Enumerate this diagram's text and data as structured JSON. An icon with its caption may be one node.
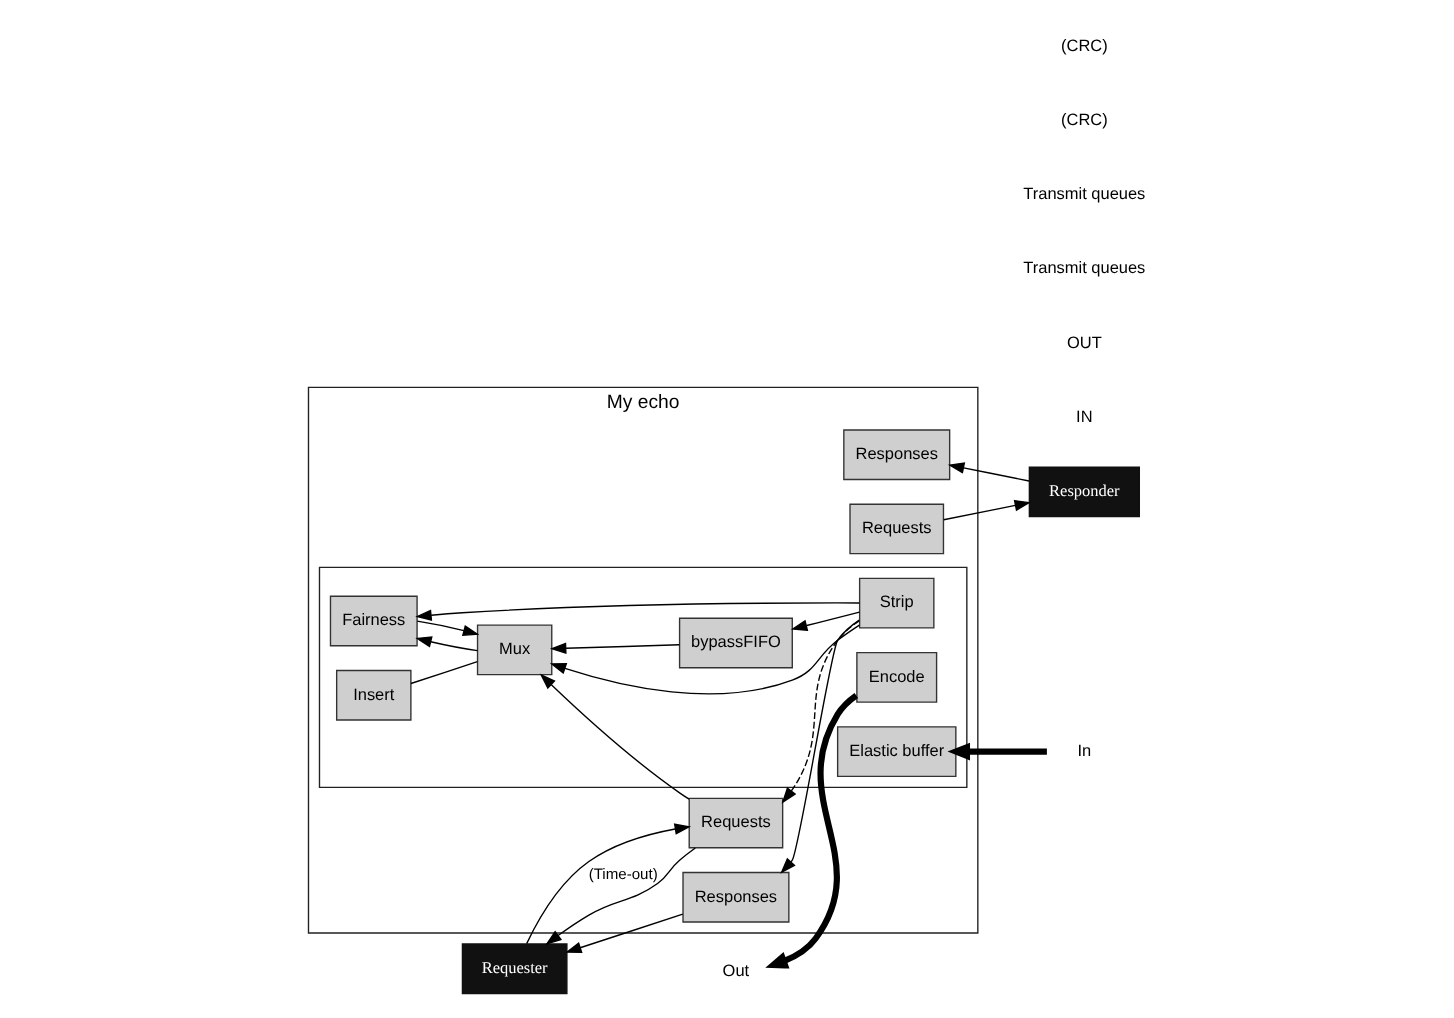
{
  "diagram": {
    "nodes": [
      {
        "text": [
          "Responder"
        ]
      },
      {
        "text": [
          "Requester"
        ]
      },
      {
        "text": [
          "My echo"
        ]
      },
      {
        "text": [
          "Responses"
        ],
        "in": 2
      },
      {
        "text": [
          "Requests"
        ],
        "in": 2
      },
      {
        "text": [
          "Responses"
        ],
        "in": 2
      },
      {
        "text": [
          "Requests"
        ],
        "in": 2
      },
      {
        "text": [],
        "shape": "box",
        "in": 2
      },
      {
        "text": [
          "Encode"
        ],
        "in": 7
      },
      {
        "text": [
          "Insert"
        ],
        "in": 7
      },
      {
        "text": [
          "Mux"
        ],
        "in": 7
      },
      {
        "text": [
          "bypassFIFO"
        ],
        "in": 7
      },
      {
        "text": [
          "Fairness"
        ],
        "in": 7
      },
      {
        "text": [
          "Strip"
        ],
        "in": 7
      },
      {
        "text": [
          "Elastic buffer"
        ],
        "in": 7
      },
      {
        "text": [
          "Out"
        ]
      },
      {
        "text": [
          "In"
        ]
      }
    ],
    "edges": [
      {
        "from": 0,
        "to": 3,
        "arrow": "to"
      },
      {
        "from": 1,
        "to": 4,
        "arrow": "to"
      },
      {
        "from": 6,
        "to": 0,
        "arrow": "to"
      },
      {
        "from": 5,
        "to": 1,
        "arrow": "to"
      },
      {
        "from": 4,
        "to": 1,
        "arrow": "to",
        "label": "(Time-out)"
      },
      {
        "from": 4,
        "to": 10,
        "arrow": "to"
      },
      {
        "from": 13,
        "to": 5,
        "arrow": "to"
      },
      {
        "from": 13,
        "to": 4,
        "arrow": "to",
        "style": "dashed"
      },
      {
        "from": 16,
        "to": 14,
        "arrow": "to",
        "style": "thick"
      },
      {
        "from": 13,
        "to": 11,
        "arrow": "to"
      },
      {
        "from": 13,
        "to": 10,
        "arrow": "to"
      },
      {
        "from": 13,
        "to": 12,
        "arrow": "to"
      },
      {
        "from": 11,
        "to": 10,
        "arrow": "to"
      },
      {
        "from": 12,
        "to": 10,
        "arrow": "to"
      },
      {
        "from": 10,
        "to": 9,
        "arrow": "none"
      },
      {
        "from": 10,
        "to": 12,
        "arrow": "to"
      },
      {
        "from": 8,
        "to": 15,
        "arrow": "to",
        "style": "thick"
      }
    ],
    "labels": [
      "IN",
      "OUT",
      "Transmit queues",
      "Transmit queues",
      "(CRC)",
      "(CRC)"
    ]
  }
}
